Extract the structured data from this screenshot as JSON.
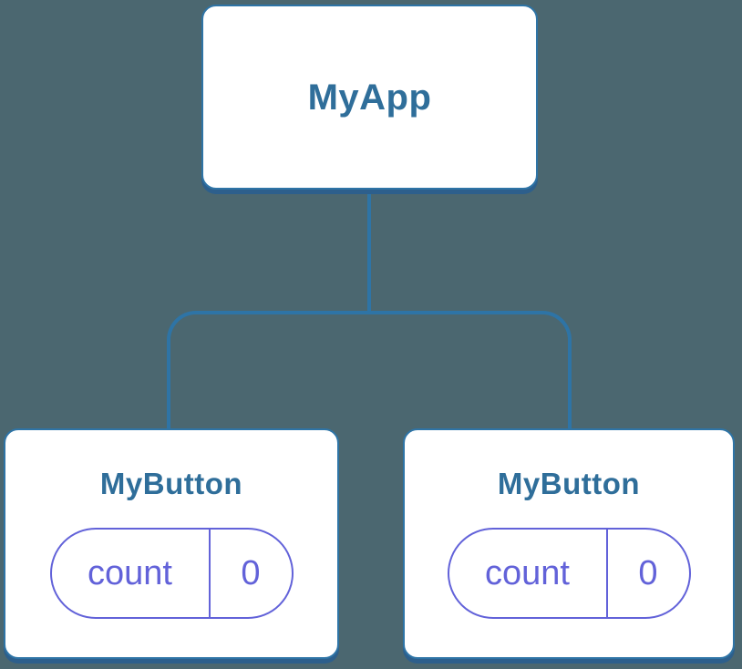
{
  "background": "#4B6770",
  "colors": {
    "connector": "#2E74A6",
    "card_border": "#2E74A6",
    "card_shadow": "#2D5F8C",
    "card_background": "#FFFFFF",
    "title_text": "#2F6E9A",
    "state_accent": "#6262D9"
  },
  "diagram": {
    "type": "component-tree",
    "root": {
      "label": "MyApp"
    },
    "children": [
      {
        "label": "MyButton",
        "state": {
          "name": "count",
          "value": "0"
        }
      },
      {
        "label": "MyButton",
        "state": {
          "name": "count",
          "value": "0"
        }
      }
    ]
  }
}
